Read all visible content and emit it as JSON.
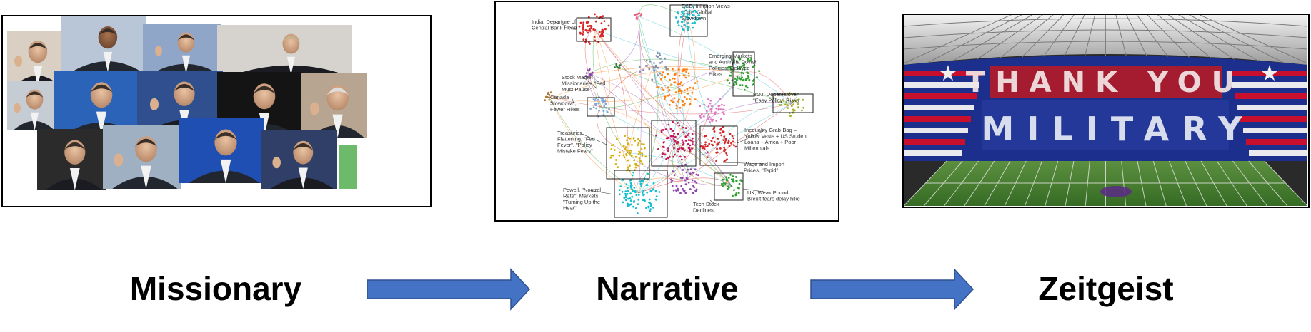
{
  "stages": [
    {
      "label": "Missionary",
      "image": "collage-of-world-leaders-and-central-bankers"
    },
    {
      "label": "Narrative",
      "image": "network-cluster-graph-of-narratives"
    },
    {
      "label": "Zeitgeist",
      "image": "stadium-card-stunt-thank-you-military"
    }
  ],
  "narrative_annotations": [
    [
      "India, Departure of",
      "Central Bank Head"
    ],
    [
      "ECB, Inflation Views",
      "\"Cut\", Global",
      "Slowdown"
    ],
    [
      "Emerging Markets",
      "and Australia Dovish",
      "Policies, Delayed",
      "Hikes"
    ],
    [
      "Stock Market",
      "Missionaries: \"Fed",
      "Must Pause\""
    ],
    [
      "Canada",
      "Slowdown,",
      "Fewer Hikes"
    ],
    [
      "BOJ, Debates over",
      "\"Easy Policy\" Risks"
    ],
    [
      "Treasuries,",
      "Flattening, \"Fed",
      "Fever\", \"Policy",
      "Mistake Fears\""
    ],
    [
      "Inequality Grab-Bag –",
      "Yellow Vests + US Student",
      "Loans + Africa + Poor",
      "Millennials"
    ],
    [
      "Wage and Import",
      "Prices, \"Tepid\""
    ],
    [
      "Powell, \"Neutral",
      "Rate\", Markets",
      "\"Turning Up the",
      "Heat\""
    ],
    [
      "UK, Weak Pound,",
      "Brexit fears delay hike"
    ],
    [
      "Tech Stock",
      "Declines"
    ]
  ],
  "banner_text": [
    "THANK YOU",
    "MILITARY"
  ],
  "colors": {
    "arrow_fill": "#4472c4",
    "arrow_stroke": "#2f528f",
    "cluster_red": "#d62728",
    "cluster_teal": "#17becf",
    "cluster_green": "#2ca02c",
    "cluster_orange": "#ff7f0e",
    "cluster_yellow": "#d4b106",
    "cluster_pink": "#c2185b",
    "cluster_blue": "#7fa7d9",
    "stadium_red": "#c8102e",
    "stadium_blue": "#1c2f8c",
    "field_green": "#3f7d2c"
  }
}
